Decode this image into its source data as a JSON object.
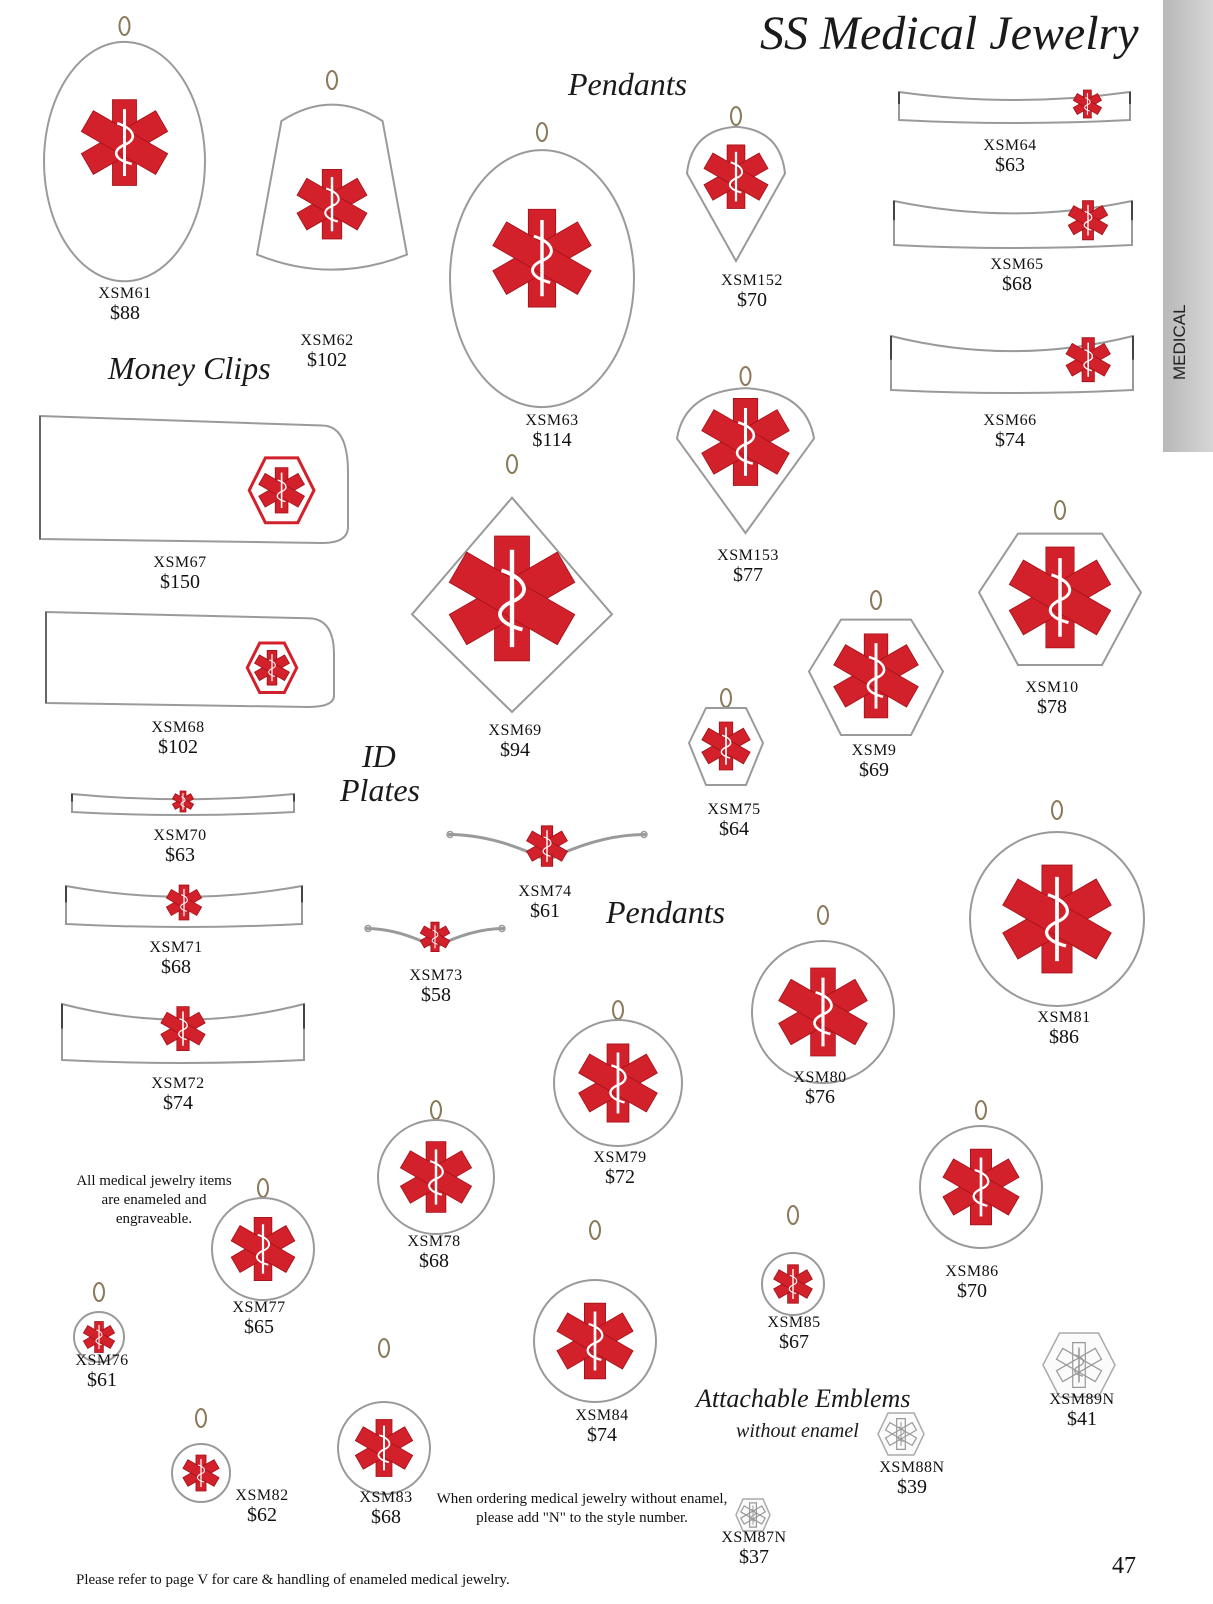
{
  "page": {
    "title": "SS Medical Jewelry",
    "section_tab": "MEDICAL",
    "page_number": "47"
  },
  "headings": {
    "pendants_top": "Pendants",
    "money_clips": "Money Clips",
    "id_plates_line1": "ID",
    "id_plates_line2": "Plates",
    "pendants_mid": "Pendants",
    "attachable": "Attachable Emblems",
    "without_enamel": "without enamel"
  },
  "products": [
    {
      "id": "XSM61",
      "code": "XSM61",
      "price": "$88"
    },
    {
      "id": "XSM62",
      "code": "XSM62",
      "price": "$102"
    },
    {
      "id": "XSM63",
      "code": "XSM63",
      "price": "$114"
    },
    {
      "id": "XSM152",
      "code": "XSM152",
      "price": "$70"
    },
    {
      "id": "XSM64",
      "code": "XSM64",
      "price": "$63"
    },
    {
      "id": "XSM65",
      "code": "XSM65",
      "price": "$68"
    },
    {
      "id": "XSM66",
      "code": "XSM66",
      "price": "$74"
    },
    {
      "id": "XSM67",
      "code": "XSM67",
      "price": "$150"
    },
    {
      "id": "XSM153",
      "code": "XSM153",
      "price": "$77"
    },
    {
      "id": "XSM68",
      "code": "XSM68",
      "price": "$102"
    },
    {
      "id": "XSM69",
      "code": "XSM69",
      "price": "$94"
    },
    {
      "id": "XSM10",
      "code": "XSM10",
      "price": "$78"
    },
    {
      "id": "XSM9",
      "code": "XSM9",
      "price": "$69"
    },
    {
      "id": "XSM75",
      "code": "XSM75",
      "price": "$64"
    },
    {
      "id": "XSM70",
      "code": "XSM70",
      "price": "$63"
    },
    {
      "id": "XSM74",
      "code": "XSM74",
      "price": "$61"
    },
    {
      "id": "XSM71",
      "code": "XSM71",
      "price": "$68"
    },
    {
      "id": "XSM73",
      "code": "XSM73",
      "price": "$58"
    },
    {
      "id": "XSM81",
      "code": "XSM81",
      "price": "$86"
    },
    {
      "id": "XSM72",
      "code": "XSM72",
      "price": "$74"
    },
    {
      "id": "XSM80",
      "code": "XSM80",
      "price": "$76"
    },
    {
      "id": "XSM79",
      "code": "XSM79",
      "price": "$72"
    },
    {
      "id": "XSM78",
      "code": "XSM78",
      "price": "$68"
    },
    {
      "id": "XSM86",
      "code": "XSM86",
      "price": "$70"
    },
    {
      "id": "XSM77",
      "code": "XSM77",
      "price": "$65"
    },
    {
      "id": "XSM85",
      "code": "XSM85",
      "price": "$67"
    },
    {
      "id": "XSM76",
      "code": "XSM76",
      "price": "$61"
    },
    {
      "id": "XSM84",
      "code": "XSM84",
      "price": "$74"
    },
    {
      "id": "XSM89N",
      "code": "XSM89N",
      "price": "$41"
    },
    {
      "id": "XSM88N",
      "code": "XSM88N",
      "price": "$39"
    },
    {
      "id": "XSM82",
      "code": "XSM82",
      "price": "$62"
    },
    {
      "id": "XSM83",
      "code": "XSM83",
      "price": "$68"
    },
    {
      "id": "XSM87N",
      "code": "XSM87N",
      "price": "$37"
    }
  ],
  "notes": {
    "enameled": "All medical jewelry items are enameled and engraveable.",
    "ordering": "When ordering medical jewelry without enamel, please add \"N\" to the style number.",
    "care": "Please refer to page V for care & handling of enameled medical jewelry."
  },
  "colors": {
    "emblem_red": "#d3212b",
    "metal": "#ffffff",
    "metal_edge": "#9a9a9a",
    "tab": "#c4c4c4"
  }
}
